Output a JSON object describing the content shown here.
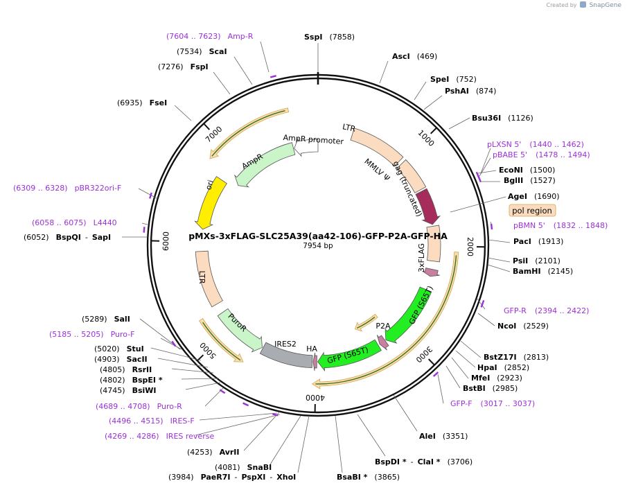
{
  "app": {
    "credit_prefix": "Created by",
    "credit_brand": "SnapGene"
  },
  "plasmid": {
    "name": "pMXs-3xFLAG-SLC25A39(aa42-106)-GFP-P2A-GFP-HA",
    "length_label": "7954 bp",
    "length": 7954
  },
  "colors": {
    "backbone": "#111111",
    "primer": "#9b30d9",
    "ltr": "#fcdcc0",
    "ampr": "#c9f5c9",
    "ori": "#ffee00",
    "gag": "#a62c5c",
    "pol": "#fcdcc0",
    "flag": "#c87fa0",
    "gfp": "#22ee22",
    "p2a": "#c87fa0",
    "ires": "#a9adb2",
    "puror": "#c9f5c9",
    "ha": "#c87fa0",
    "orf_fill": "#f7deb0",
    "orf_stroke": "#d8a44a",
    "text": "#000000"
  },
  "tick_marks": [
    {
      "pos": 1000,
      "label": "1000"
    },
    {
      "pos": 2000,
      "label": "2000"
    },
    {
      "pos": 3000,
      "label": "3000"
    },
    {
      "pos": 4000,
      "label": "4000"
    },
    {
      "pos": 5000,
      "label": "5000"
    },
    {
      "pos": 6000,
      "label": "6000"
    },
    {
      "pos": 7000,
      "label": "7000"
    }
  ],
  "features": [
    {
      "id": "ltr-1",
      "label": "LTR",
      "start": 380,
      "end": 972,
      "color": "#fcdcc0",
      "r": 168,
      "dir": 0
    },
    {
      "id": "mmlv-psi",
      "label": "MMLV Ψ",
      "start": 1010,
      "end": 1360,
      "color": "#fcdcc0",
      "r": 168,
      "dir": 0
    },
    {
      "id": "gag",
      "label": "gag (truncated)",
      "start": 1380,
      "end": 1760,
      "color": "#a62c5c",
      "r": 168,
      "dir": 1
    },
    {
      "id": "pol",
      "label": "pol region",
      "start": 1780,
      "end": 2160,
      "color": "#fcdcc0",
      "r": 168,
      "dir": 0
    },
    {
      "id": "flag",
      "label": "3xFLAG",
      "start": 2250,
      "end": 2330,
      "color": "#c87fa0",
      "r": 168,
      "dir": 1
    },
    {
      "id": "gfp-1",
      "label": "GFP (S65T)",
      "start": 2480,
      "end": 3190,
      "color": "#22ee22",
      "r": 168,
      "dir": 1
    },
    {
      "id": "p2a",
      "label": "P2A",
      "start": 3200,
      "end": 3270,
      "color": "#c87fa0",
      "r": 168,
      "dir": 1
    },
    {
      "id": "gfp-2",
      "label": "GFP (S65T)",
      "start": 3290,
      "end": 3980,
      "color": "#22ee22",
      "r": 168,
      "dir": 1
    },
    {
      "id": "ha",
      "label": "HA",
      "start": 3990,
      "end": 4030,
      "color": "#c87fa0",
      "r": 168,
      "dir": 1
    },
    {
      "id": "ires2",
      "label": "IRES2",
      "start": 4040,
      "end": 4600,
      "color": "#a9adb2",
      "r": 168,
      "dir": 0
    },
    {
      "id": "puror",
      "label": "PuroR",
      "start": 4610,
      "end": 5190,
      "color": "#c9f5c9",
      "r": 168,
      "dir": -1
    },
    {
      "id": "ltr-2",
      "label": "LTR",
      "start": 5300,
      "end": 5900,
      "color": "#fcdcc0",
      "r": 168,
      "dir": 0
    },
    {
      "id": "ori",
      "label": "ori",
      "start": 6140,
      "end": 6720,
      "color": "#ffee00",
      "r": 168,
      "dir": -1
    },
    {
      "id": "ampr",
      "label": "AmpR",
      "start": 6780,
      "end": 7640,
      "color": "#c9f5c9",
      "r": 144,
      "dir": -1
    },
    {
      "id": "ampr-prom",
      "label": "AmpR promoter",
      "start": 7650,
      "end": 7954,
      "color": "#ffffff",
      "r": 144,
      "dir": -1
    }
  ],
  "orfs": [
    {
      "start": 6820,
      "end": 7680,
      "r": 200,
      "dir": -1
    },
    {
      "start": 2050,
      "end": 4030,
      "r": 200,
      "dir": 1
    },
    {
      "start": 4700,
      "end": 5250,
      "r": 200,
      "dir": -1
    },
    {
      "start": 3100,
      "end": 3450,
      "r": 132,
      "dir": 1
    }
  ],
  "site_labels": [
    {
      "name": "SspI",
      "pos": "(7858)"
    },
    {
      "name": "AscI",
      "pos": "(469)"
    },
    {
      "name": "SpeI",
      "pos": "(752)"
    },
    {
      "name": "PshAI",
      "pos": "(874)"
    },
    {
      "name": "Bsu36I",
      "pos": "(1126)"
    },
    {
      "name": "EcoNI",
      "pos": "(1500)"
    },
    {
      "name": "BglII",
      "pos": "(1527)"
    },
    {
      "name": "AgeI",
      "pos": "(1690)"
    },
    {
      "name": "PacI",
      "pos": "(1913)"
    },
    {
      "name": "PsiI",
      "pos": "(2101)"
    },
    {
      "name": "BamHI",
      "pos": "(2145)"
    },
    {
      "name": "NcoI",
      "pos": "(2529)"
    },
    {
      "name": "BstZ17I",
      "pos": "(2813)"
    },
    {
      "name": "HpaI",
      "pos": "(2852)"
    },
    {
      "name": "MfeI",
      "pos": "(2923)"
    },
    {
      "name": "BstBI",
      "pos": "(2985)"
    },
    {
      "name": "AleI",
      "pos": "(3351)"
    },
    {
      "name": "ClaI *",
      "pos": "(3706)"
    },
    {
      "name": "BspDI *",
      "pos": ""
    },
    {
      "name": "BsaBI *",
      "pos": "(3865)"
    },
    {
      "name": "XhoI",
      "pos": ""
    },
    {
      "name": "PspXI",
      "pos": ""
    },
    {
      "name": "PaeR7I",
      "pos": "(3984)"
    },
    {
      "name": "SnaBI",
      "pos": "(4081)"
    },
    {
      "name": "AvrII",
      "pos": "(4253)"
    },
    {
      "name": "BsiWI",
      "pos": "(4745)"
    },
    {
      "name": "BspEI *",
      "pos": "(4802)"
    },
    {
      "name": "RsrII",
      "pos": "(4805)"
    },
    {
      "name": "SacII",
      "pos": "(4903)"
    },
    {
      "name": "StuI",
      "pos": "(5020)"
    },
    {
      "name": "SalI",
      "pos": "(5289)"
    },
    {
      "name": "BspQI",
      "pos": "(6052)"
    },
    {
      "name": "SapI",
      "pos": ""
    },
    {
      "name": "FseI",
      "pos": "(6935)"
    },
    {
      "name": "FspI",
      "pos": "(7276)"
    },
    {
      "name": "ScaI",
      "pos": "(7534)"
    }
  ],
  "primer_labels": [
    {
      "name": "Amp-R",
      "range": "(7604 .. 7623)"
    },
    {
      "name": "pLXSN 5'",
      "range": "(1440 .. 1462)"
    },
    {
      "name": "pBABE 5'",
      "range": "(1478 .. 1494)"
    },
    {
      "name": "pBMN 5'",
      "range": "(1832 .. 1848)"
    },
    {
      "name": "GFP-R",
      "range": "(2394 .. 2422)"
    },
    {
      "name": "GFP-F",
      "range": "(3017 .. 3037)"
    },
    {
      "name": "Puro-F",
      "range": "(5185 .. 5205)"
    },
    {
      "name": "Puro-R",
      "range": "(4689 .. 4708)"
    },
    {
      "name": "IRES-F",
      "range": "(4496 .. 4515)"
    },
    {
      "name": "IRES reverse",
      "range": "(4269 .. 4286)"
    },
    {
      "name": "pBR322ori-F",
      "range": "(6309 .. 6328)"
    },
    {
      "name": "L4440",
      "range": "(6058 .. 6075)"
    }
  ]
}
